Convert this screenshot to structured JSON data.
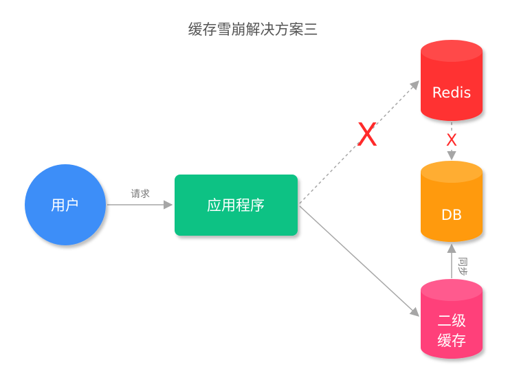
{
  "title": "缓存雪崩解决方案三",
  "nodes": {
    "user": {
      "label": "用户",
      "color": "#3d8ef8"
    },
    "app": {
      "label": "应用程序",
      "color": "#07c284"
    },
    "redis": {
      "label": "Redis",
      "color": "#ff3030",
      "top_color": "#ff4a4a"
    },
    "db": {
      "label": "DB",
      "color": "#ff9a0f",
      "top_color": "#ffad33"
    },
    "cache2": {
      "line1": "二级",
      "line2": "缓存",
      "color": "#ff3f7a",
      "top_color": "#ff5a8e"
    }
  },
  "edges": {
    "request": {
      "label": "请求"
    },
    "app_to_redis": {
      "mark": "X",
      "style": "dashed"
    },
    "redis_to_db": {
      "mark": "X",
      "style": "dashed"
    },
    "cache2_to_db": {
      "label": "同步",
      "style": "solid"
    },
    "app_to_cache2": {
      "style": "solid"
    }
  },
  "colors": {
    "arrow": "#a6a6a6",
    "failure_mark": "#ff2a2a"
  }
}
